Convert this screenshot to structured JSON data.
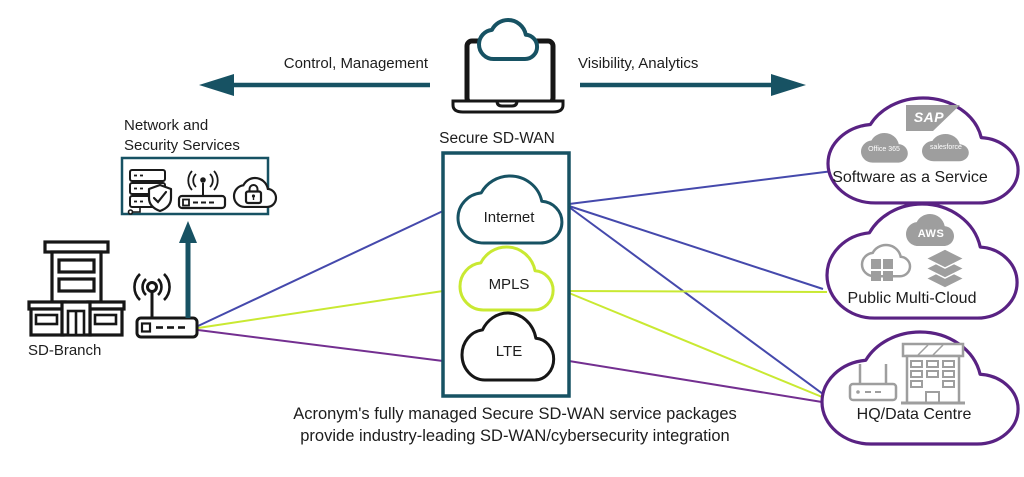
{
  "colors": {
    "teal": "#175263",
    "indigo": "#4549ac",
    "lime": "#c9e932",
    "purple_line": "#732f90",
    "cloud_purple": "#592283",
    "logo_gray": "#9e9e9e",
    "ink": "#1d1d1d"
  },
  "arrows": {
    "left_label": "Control, Management",
    "right_label": "Visibility, Analytics"
  },
  "hub": {
    "label": "Secure SD-WAN"
  },
  "services": {
    "title_line1": "Network and",
    "title_line2": "Security Services"
  },
  "branch": {
    "label": "SD-Branch"
  },
  "transports": [
    {
      "label": "Internet",
      "color": "#175263"
    },
    {
      "label": "MPLS",
      "color": "#c9e932"
    },
    {
      "label": "LTE",
      "color": "#161616"
    }
  ],
  "destinations": [
    {
      "label": "Software as a Service",
      "logos": {
        "sap": "SAP",
        "office": "Office 365",
        "salesforce": "salesforce"
      }
    },
    {
      "label": "Public Multi-Cloud",
      "logos": {
        "aws": "AWS"
      }
    },
    {
      "label": "HQ/Data Centre"
    }
  ],
  "caption": {
    "line1": "Acronym's fully managed Secure SD-WAN service packages",
    "line2": "provide industry-leading SD-WAN/cybersecurity integration"
  }
}
